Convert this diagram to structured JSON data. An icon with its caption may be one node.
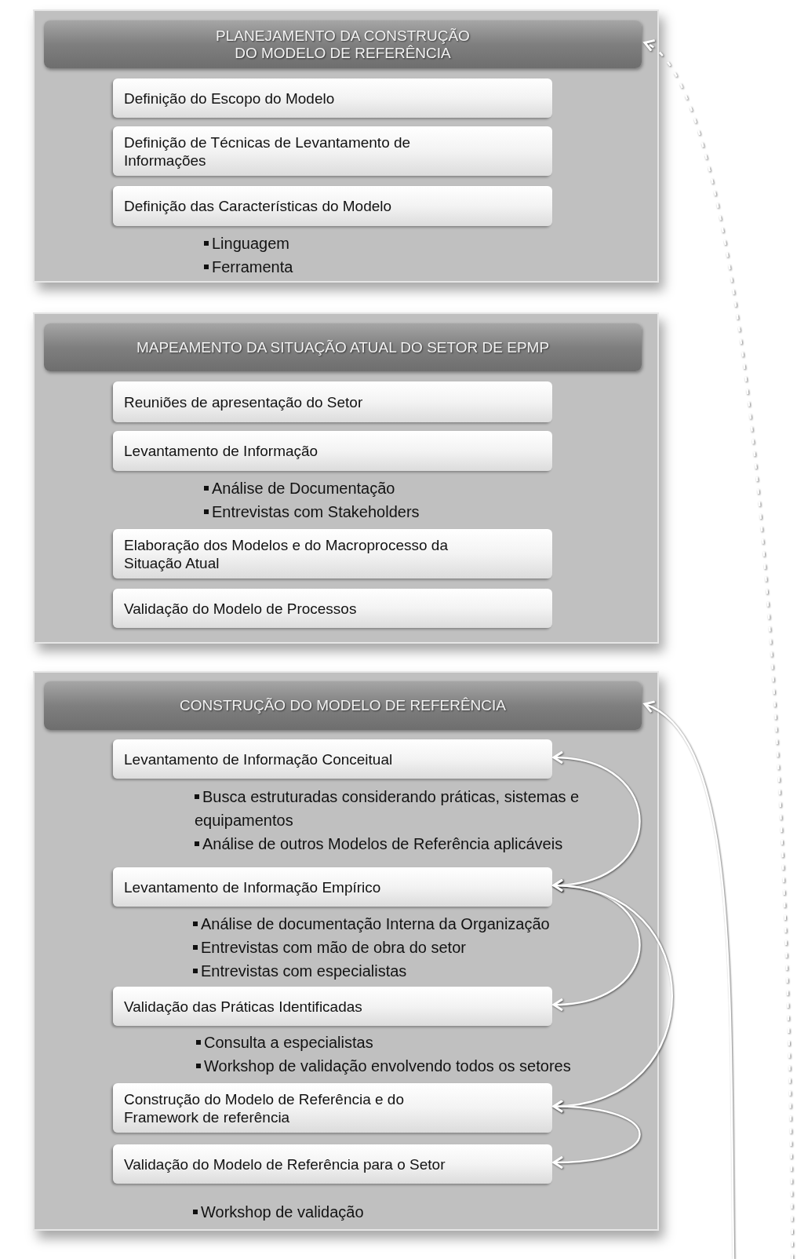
{
  "diagram": {
    "nodes": [
      {
        "text": [],
        "shape": "box"
      },
      {
        "text": [
          "PLANEJAMENTO DA CONSTRUÇÃO DO MODELO DE REFERÊNCIA"
        ],
        "in": 0
      },
      {
        "text": [
          "Definição do Escopo do Modelo"
        ],
        "in": 0
      },
      {
        "text": [
          "Definição de Técnicas de Levantamento de Informações"
        ],
        "in": 0
      },
      {
        "text": [
          "Definição das Características do Modelo"
        ],
        "in": 0,
        "beside": [
          "Linguagem",
          "Ferramenta"
        ]
      },
      {
        "text": [],
        "shape": "box"
      },
      {
        "text": [
          "MAPEAMENTO DA SITUAÇÃO ATUAL DO SETOR DE EPMP"
        ],
        "in": 5
      },
      {
        "text": [
          "Reuniões de apresentação do Setor"
        ],
        "in": 5
      },
      {
        "text": [
          "Levantamento de Informação"
        ],
        "in": 5,
        "beside": [
          "Análise de Documentação",
          "Entrevistas com Stakeholders"
        ]
      },
      {
        "text": [
          "Elaboração dos Modelos e do Macroprocesso da Situação Atual"
        ],
        "in": 5
      },
      {
        "text": [
          "Validação do Modelo de Processos"
        ],
        "in": 5
      },
      {
        "text": [],
        "shape": "box"
      },
      {
        "text": [
          "CONSTRUÇÃO DO MODELO DE REFERÊNCIA"
        ],
        "in": 11
      },
      {
        "text": [
          "Levantamento de Informação Conceitual"
        ],
        "in": 11,
        "beside": [
          "Busca estruturadas considerando práticas, sistemas e equipamentos",
          "Análise de outros Modelos de Referência aplicáveis"
        ]
      },
      {
        "text": [
          "Levantamento de Informação Empírico"
        ],
        "in": 11,
        "beside": [
          "Análise de documentação Interna da Organização",
          "Entrevistas com mão de obra do setor",
          "Entrevistas com especialistas"
        ]
      },
      {
        "text": [
          "Validação das Práticas Identificadas"
        ],
        "in": 11,
        "beside": [
          "Consulta a especialistas",
          "Workshop de validação envolvendo todos os setores"
        ]
      },
      {
        "text": [
          "Construção do Modelo de Referência e do Framework de referência"
        ],
        "in": 11
      },
      {
        "text": [
          "Validação do Modelo de Referência para o Setor"
        ],
        "in": 11,
        "beside": [
          "Workshop de validação"
        ]
      }
    ],
    "edges": [
      {
        "from": null,
        "to": 1,
        "arrow": "to",
        "style": "dashed"
      },
      {
        "from": null,
        "to": 12,
        "arrow": "to"
      },
      {
        "from": 13,
        "to": 14,
        "arrow": "both"
      },
      {
        "from": 14,
        "to": 15,
        "arrow": "both"
      },
      {
        "from": 14,
        "to": 16,
        "arrow": "both"
      },
      {
        "from": 16,
        "to": 17,
        "arrow": "both"
      }
    ]
  }
}
